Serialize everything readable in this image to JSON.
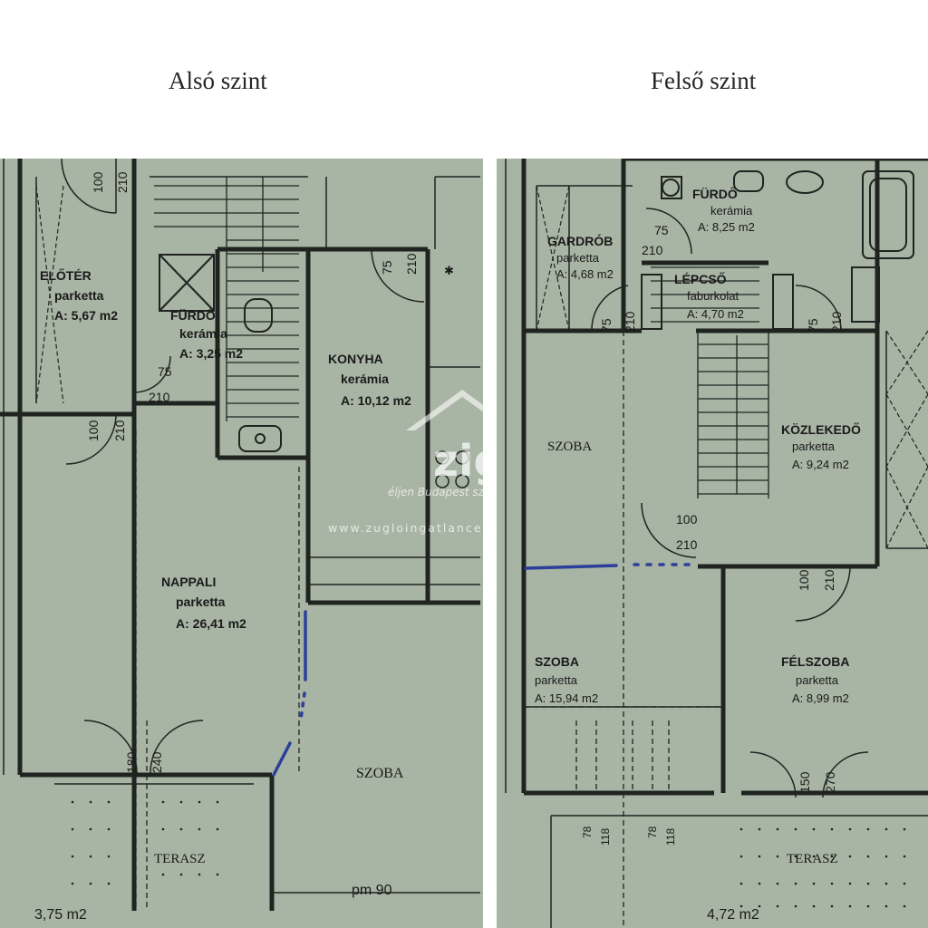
{
  "lower": {
    "title": "Alsó szint",
    "rooms": {
      "eloter": {
        "name": "ELŐTÉR",
        "floor": "parketta",
        "area": "A: 5,67 m2"
      },
      "furdo": {
        "name": "FÜRDŐ",
        "floor": "kerámia",
        "area": "A: 3,25 m2"
      },
      "konyha": {
        "name": "KONYHA",
        "floor": "kerámia",
        "area": "A: 10,12 m2"
      },
      "nappali": {
        "name": "NAPPALI",
        "floor": "parketta",
        "area": "A: 26,41 m2"
      },
      "szoba": {
        "name": "SZOBA"
      },
      "terasz": {
        "name": "TERASZ",
        "area": "3,75 m2"
      }
    },
    "dims": {
      "d100_top": "100",
      "d210_top": "210",
      "d75_konyha": "75",
      "d210_konyha": "210",
      "d75_furdo": "75",
      "d210_furdo": "210",
      "d100_eloter": "100",
      "d210_eloter": "210",
      "d180": "180",
      "d240": "240",
      "pm90": "pm 90"
    }
  },
  "upper": {
    "title": "Felső szint",
    "rooms": {
      "gardrob": {
        "name": "GARDRÓB",
        "floor": "parketta",
        "area": "A: 4,68 m2"
      },
      "furdo": {
        "name": "FÜRDŐ",
        "floor": "kerámia",
        "area": "A: 8,25 m2"
      },
      "lepcso": {
        "name": "LÉPCSŐ",
        "floor": "faburkolat",
        "area": "A: 4,70 m2"
      },
      "szoba_top": {
        "name": "SZOBA"
      },
      "kozlekedo": {
        "name": "KÖZLEKEDŐ",
        "floor": "parketta",
        "area": "A: 9,24 m2"
      },
      "szoba": {
        "name": "SZOBA",
        "floor": "parketta",
        "area": "A: 15,94 m2"
      },
      "felszoba": {
        "name": "FÉLSZOBA",
        "floor": "parketta",
        "area": "A: 8,99 m2"
      },
      "terasz": {
        "name": "TERASZ",
        "area": "4,72 m2"
      }
    },
    "dims": {
      "d75_a": "75",
      "d210_a": "210",
      "d75_b": "75",
      "d210_b": "210",
      "d75_c": "75",
      "d210_c": "210",
      "d100_door": "100",
      "d210_door": "210",
      "d100_fel": "100",
      "d210_fel": "210",
      "d150": "150",
      "d270": "270",
      "d78_a": "78",
      "d118_a": "118",
      "d78_b": "78",
      "d118_b": "118"
    }
  },
  "watermark": {
    "logo": "zig",
    "slogan": "éljen Budapest szívében",
    "url": "www.zugloingatlancentrum.hu"
  },
  "colors": {
    "plan_bg": "#a8b4a4",
    "wall": "#1f2420",
    "annotation_blue": "#2c3f9a"
  }
}
